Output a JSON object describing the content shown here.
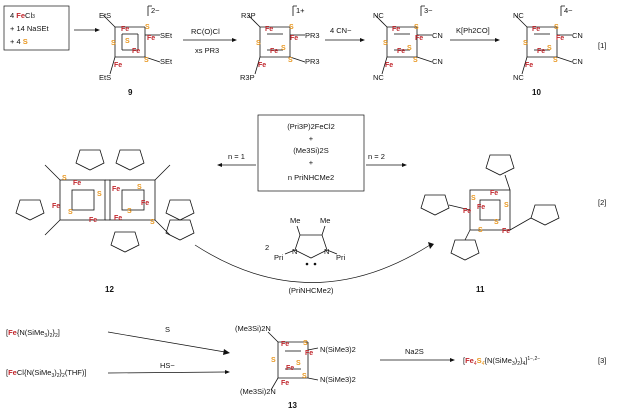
{
  "reaction1": {
    "reagent_lines": [
      {
        "parts": [
          [
            "4 ",
            "k"
          ],
          [
            "Fe",
            "fe"
          ],
          [
            "Cl",
            "k"
          ],
          [
            "3",
            "sub"
          ]
        ]
      },
      {
        "parts": [
          [
            "+ 14 NaSEt",
            "k"
          ]
        ]
      },
      {
        "parts": [
          [
            "+ 4 ",
            "k"
          ],
          [
            "S",
            "s"
          ]
        ]
      }
    ],
    "arrow_texts": [
      "RC(O)Cl",
      "xs PR3",
      "4 CN−",
      "K[Ph2CO]"
    ],
    "charges": [
      "2−",
      "1+",
      "3−",
      "4−"
    ],
    "ligands": {
      "set": "SEt",
      "ets": "EtS",
      "pr3": "PR3",
      "r3p": "R3P",
      "cn": "CN",
      "nc": "NC"
    },
    "compounds": [
      "9",
      "10"
    ],
    "eq": "[1]"
  },
  "reaction2": {
    "reagent_box": [
      "(Pri3P)2FeCl2",
      "+",
      "(Me3Si)2S",
      "+",
      "n PriNHCMe2"
    ],
    "left_arrow": "n = 1",
    "right_arrow": "n = 2",
    "carbene_coeff": "2",
    "carbene_label": "(PriNHCMe2)",
    "carbene_sub": [
      "Me",
      "Me",
      "Pri",
      "N",
      "N",
      "Pri"
    ],
    "compounds": [
      "12",
      "11"
    ],
    "eq": "[2]"
  },
  "reaction3": {
    "reactant_a": "[Fe{N(SiMe3)2}2]",
    "reactant_b": "[FeCl{N(SiMe3)2}2(THF)]",
    "arrow_a": "S",
    "arrow_b": "HS−",
    "ligand_labels": [
      "(Me3Si)2N",
      "N(SiMe3)2",
      "N(SiMe3)2",
      "(Me3Si)2N"
    ],
    "arrow_c": "Na2S",
    "product": "[Fe4S4{N(SiMe3)2}4]1−,2−",
    "compounds": [
      "13"
    ],
    "eq": "[3]"
  },
  "atoms": {
    "fe": "Fe",
    "s": "S"
  },
  "colors": {
    "fe": "#c1272d",
    "s": "#e8961e",
    "ink": "#111111"
  }
}
